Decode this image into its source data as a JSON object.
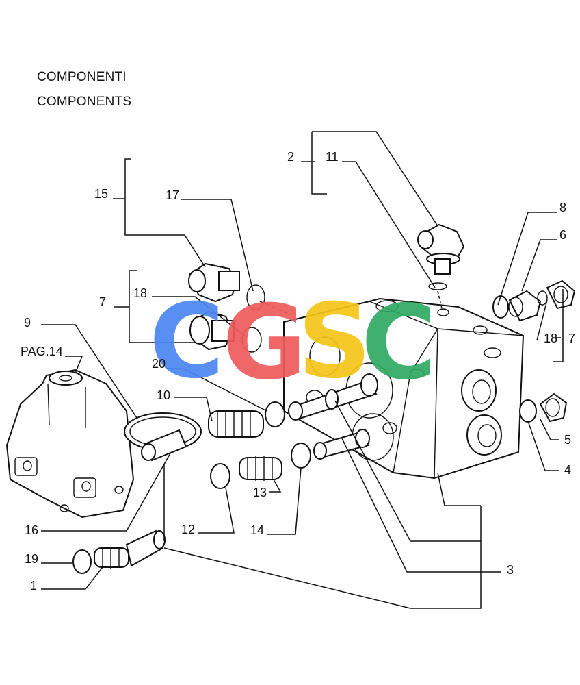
{
  "header": {
    "line1": "COMPONENTI",
    "line2": "COMPONENTS"
  },
  "cross_ref": "PAG.14",
  "watermark": {
    "letters": [
      "C",
      "G",
      "S",
      "C"
    ],
    "colors": [
      "#4a86f0",
      "#ee5b5b",
      "#f5c518",
      "#2faa62"
    ]
  },
  "callouts": {
    "n1": "1",
    "n2": "2",
    "n3": "3",
    "n4": "4",
    "n5": "5",
    "n6": "6",
    "n7a": "7",
    "n7b": "7",
    "n8": "8",
    "n9": "9",
    "n10": "10",
    "n11": "11",
    "n12": "12",
    "n13": "13",
    "n14": "14",
    "n15": "15",
    "n16": "16",
    "n17": "17",
    "n18a": "18",
    "n18b": "18",
    "n19": "19",
    "n20": "20"
  }
}
